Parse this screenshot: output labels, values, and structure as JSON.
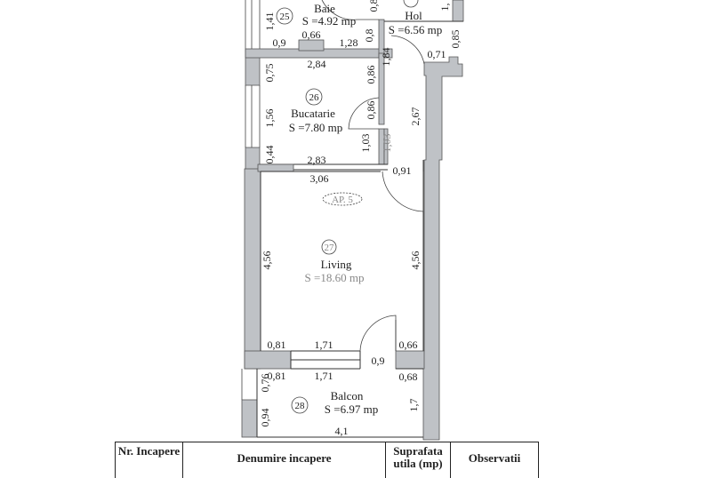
{
  "plan": {
    "apartment_label": "AP. 5",
    "rooms": [
      {
        "number": "25",
        "name": "Baie",
        "area": "S =4.92 mp"
      },
      {
        "number": "",
        "name": "Hol",
        "area": "S =6.56 mp"
      },
      {
        "number": "26",
        "name": "Bucatarie",
        "area": "S =7.80 mp"
      },
      {
        "number": "27",
        "name": "Living",
        "area": "S =18.60 mp"
      },
      {
        "number": "28",
        "name": "Balcon",
        "area": "S =6.97 mp"
      }
    ],
    "dimensions": {
      "baie_left": "1,41",
      "baie_bottom_left": "0,9",
      "baie_bottom_mid": "0,66",
      "baie_bottom_right": "1,28",
      "baie_right": "0,8",
      "baie_right_top": "0,8",
      "hol_right_top": "1,",
      "hol_right": "0,85",
      "hol_bottom": "0,71",
      "hol_left": "1,84",
      "buc_top": "2,84",
      "buc_left_top": "0,75",
      "buc_left_mid": "1,56",
      "buc_left_bottom": "0,44",
      "buc_right_top": "0,86",
      "buc_right_mid": "0,86",
      "buc_right_bottom": "1,03",
      "hol_wall_bottom": "1,03",
      "buc_bottom": "2,83",
      "corridor_right": "2,67",
      "door_living": "0,91",
      "living_top": "3,06",
      "living_left": "4,56",
      "living_right": "4,56",
      "living_bottom_left": "0,81",
      "living_bottom_window": "1,71",
      "living_bottom_right": "0,66",
      "balcony_door": "0,9",
      "balcon_top_left": "0,81",
      "balcon_top_window": "1,71",
      "balcon_top_right": "0,68",
      "balcon_left_top": "0,76",
      "balcon_left_bottom": "0,94",
      "balcon_right": "1,7",
      "balcon_bottom": "4,1"
    }
  },
  "table": {
    "headers": [
      "Nr. Incapere",
      "Denumire incapere",
      "Suprafata utila (mp)",
      "Observatii"
    ]
  }
}
